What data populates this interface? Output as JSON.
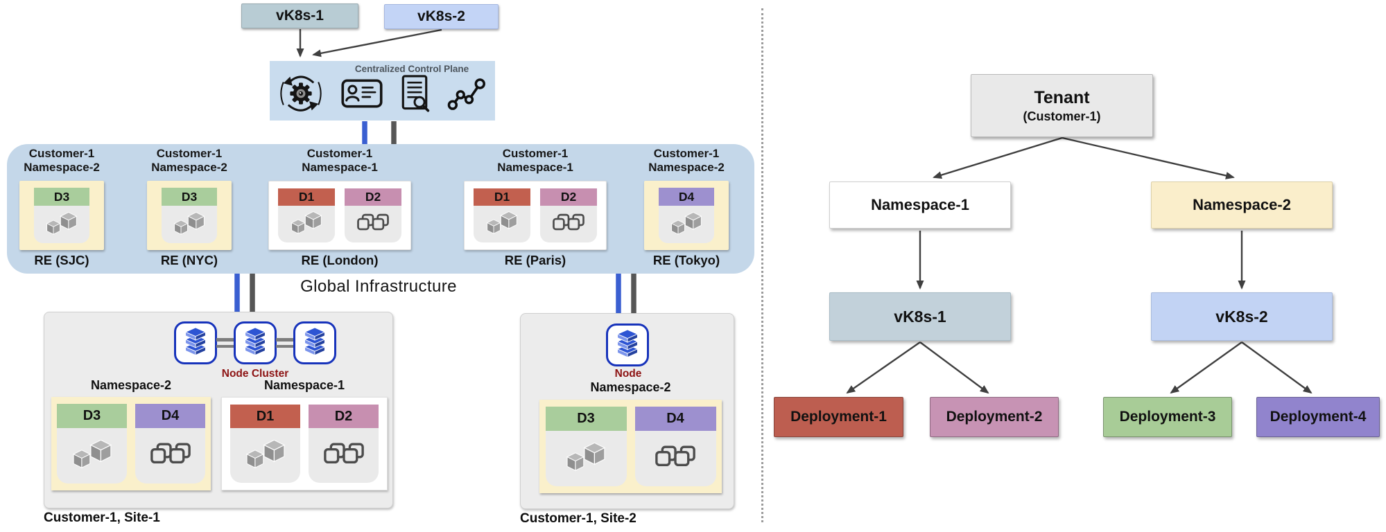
{
  "left": {
    "vk8s_chips": [
      {
        "label": "vK8s-1"
      },
      {
        "label": "vK8s-2"
      }
    ],
    "control_plane": {
      "title": "Centralized Control Plane"
    },
    "global_band": {
      "caption": "Global Infrastructure",
      "sites": [
        {
          "customer": "Customer-1",
          "namespace": "Namespace-2",
          "re": "RE (SJC)",
          "deployments": [
            {
              "id": "D3"
            }
          ]
        },
        {
          "customer": "Customer-1",
          "namespace": "Namespace-2",
          "re": "RE (NYC)",
          "deployments": [
            {
              "id": "D3"
            }
          ]
        },
        {
          "customer": "Customer-1",
          "namespace": "Namespace-1",
          "re": "RE (London)",
          "deployments": [
            {
              "id": "D1"
            },
            {
              "id": "D2"
            }
          ]
        },
        {
          "customer": "Customer-1",
          "namespace": "Namespace-1",
          "re": "RE (Paris)",
          "deployments": [
            {
              "id": "D1"
            },
            {
              "id": "D2"
            }
          ]
        },
        {
          "customer": "Customer-1",
          "namespace": "Namespace-2",
          "re": "RE (Tokyo)",
          "deployments": [
            {
              "id": "D4"
            }
          ]
        }
      ]
    },
    "customer_sites": [
      {
        "caption": "Customer-1, Site-1",
        "node_label": "Node Cluster",
        "node_count": 3,
        "namespaces": [
          {
            "label": "Namespace-2",
            "deployments": [
              {
                "id": "D3"
              },
              {
                "id": "D4"
              }
            ]
          },
          {
            "label": "Namespace-1",
            "deployments": [
              {
                "id": "D1"
              },
              {
                "id": "D2"
              }
            ]
          }
        ]
      },
      {
        "caption": "Customer-1, Site-2",
        "node_label": "Node",
        "node_count": 1,
        "namespaces": [
          {
            "label": "Namespace-2",
            "deployments": [
              {
                "id": "D3"
              },
              {
                "id": "D4"
              }
            ]
          }
        ]
      }
    ]
  },
  "right": {
    "tenant": {
      "title": "Tenant",
      "subtitle": "(Customer-1)"
    },
    "namespaces": [
      {
        "label": "Namespace-1"
      },
      {
        "label": "Namespace-2"
      }
    ],
    "vk8s": [
      {
        "label": "vK8s-1"
      },
      {
        "label": "vK8s-2"
      }
    ],
    "deployments": [
      {
        "label": "Deployment-1"
      },
      {
        "label": "Deployment-2"
      },
      {
        "label": "Deployment-3"
      },
      {
        "label": "Deployment-4"
      }
    ]
  },
  "colors": {
    "band_blue": "#c4d7e9",
    "control_plane_blue": "#c9dcee",
    "vk8s1_fill": "#b8ccd4",
    "vk8s2_fill": "#c3d4f6",
    "yellow_card": "#faf0cb",
    "site_gray": "#ececec",
    "d1_red": "#c2604f",
    "d2_pink": "#c78fb0",
    "d3_green": "#a9cd9c",
    "d4_purple": "#9d90cf",
    "deployment1": "#bd5e50",
    "deployment2": "#c793b4",
    "deployment3": "#a8cc97",
    "deployment4": "#9184cd",
    "tenant_gray": "#e9e9e9",
    "ns2_cream": "#faeecb",
    "node_border_blue": "#1733bb",
    "node_label_red": "#8c1212",
    "connector_blue": "#3a5fd1",
    "connector_gray": "#565656",
    "arrow_gray": "#3f3f3f"
  },
  "icons": {
    "sync-gear-icon": "gear with circular rotation arrows",
    "id-card-icon": "badge with person and text lines",
    "document-audit-icon": "document with magnifying glass",
    "analytics-graph-icon": "connected dots trend line",
    "node-stack-icon": "stacked blue layers",
    "pods-cubes-icon": "two gray 3d cubes",
    "replicas-copies-icon": "two overlapping square outlines"
  }
}
